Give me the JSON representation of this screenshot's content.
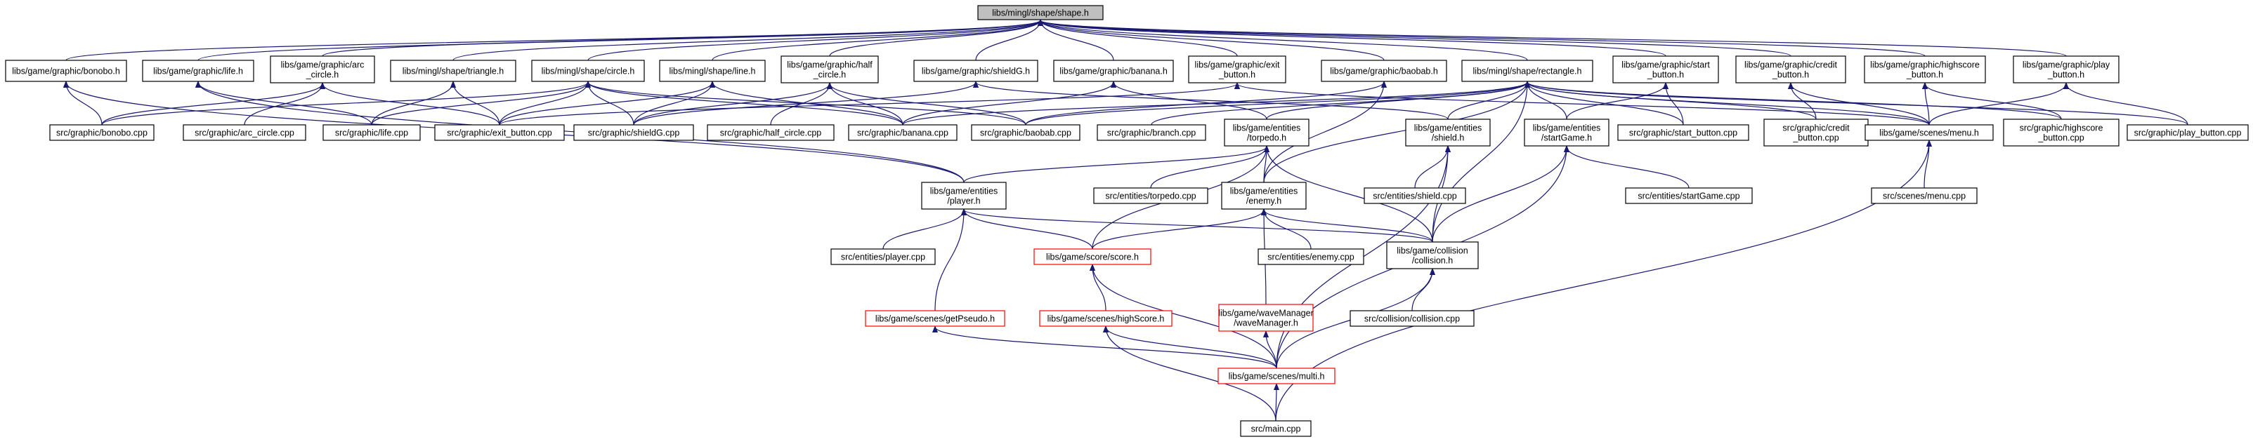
{
  "graph": {
    "edge_color": "#191970",
    "highlight_border_color": "#ff0000",
    "root_fill": "#bfbfbf",
    "nodes": [
      {
        "id": "shape_h",
        "lines": [
          "libs/mingl/shape/shape.h"
        ],
        "style": "root"
      },
      {
        "id": "bonobo_h",
        "lines": [
          "libs/game/graphic/bonobo.h"
        ]
      },
      {
        "id": "life_h",
        "lines": [
          "libs/game/graphic/life.h"
        ]
      },
      {
        "id": "arc_circle_h",
        "lines": [
          "libs/game/graphic/arc",
          "_circle.h"
        ]
      },
      {
        "id": "triangle_h",
        "lines": [
          "libs/mingl/shape/triangle.h"
        ]
      },
      {
        "id": "circle_h",
        "lines": [
          "libs/mingl/shape/circle.h"
        ]
      },
      {
        "id": "line_h",
        "lines": [
          "libs/mingl/shape/line.h"
        ]
      },
      {
        "id": "half_circle_h",
        "lines": [
          "libs/game/graphic/half",
          "_circle.h"
        ]
      },
      {
        "id": "shieldG_h",
        "lines": [
          "libs/game/graphic/shieldG.h"
        ]
      },
      {
        "id": "banana_h",
        "lines": [
          "libs/game/graphic/banana.h"
        ]
      },
      {
        "id": "exit_button_h",
        "lines": [
          "libs/game/graphic/exit",
          "_button.h"
        ]
      },
      {
        "id": "baobab_h",
        "lines": [
          "libs/game/graphic/baobab.h"
        ]
      },
      {
        "id": "rectangle_h",
        "lines": [
          "libs/mingl/shape/rectangle.h"
        ]
      },
      {
        "id": "start_button_h",
        "lines": [
          "libs/game/graphic/start",
          "_button.h"
        ]
      },
      {
        "id": "credit_button_h",
        "lines": [
          "libs/game/graphic/credit",
          "_button.h"
        ]
      },
      {
        "id": "highscore_button_h",
        "lines": [
          "libs/game/graphic/highscore",
          "_button.h"
        ]
      },
      {
        "id": "play_button_h",
        "lines": [
          "libs/game/graphic/play",
          "_button.h"
        ]
      },
      {
        "id": "bonobo_cpp",
        "lines": [
          "src/graphic/bonobo.cpp"
        ]
      },
      {
        "id": "arc_circle_cpp",
        "lines": [
          "src/graphic/arc_circle.cpp"
        ]
      },
      {
        "id": "life_cpp",
        "lines": [
          "src/graphic/life.cpp"
        ]
      },
      {
        "id": "exit_button_cpp",
        "lines": [
          "src/graphic/exit_button.cpp"
        ]
      },
      {
        "id": "shieldG_cpp",
        "lines": [
          "src/graphic/shieldG.cpp"
        ]
      },
      {
        "id": "half_circle_cpp",
        "lines": [
          "src/graphic/half_circle.cpp"
        ]
      },
      {
        "id": "banana_cpp",
        "lines": [
          "src/graphic/banana.cpp"
        ]
      },
      {
        "id": "baobab_cpp",
        "lines": [
          "src/graphic/baobab.cpp"
        ]
      },
      {
        "id": "branch_cpp",
        "lines": [
          "src/graphic/branch.cpp"
        ]
      },
      {
        "id": "torpedo_h",
        "lines": [
          "libs/game/entities",
          "/torpedo.h"
        ]
      },
      {
        "id": "shield_h",
        "lines": [
          "libs/game/entities",
          "/shield.h"
        ]
      },
      {
        "id": "startGame_h",
        "lines": [
          "libs/game/entities",
          "/startGame.h"
        ]
      },
      {
        "id": "start_button_cpp",
        "lines": [
          "src/graphic/start_button.cpp"
        ]
      },
      {
        "id": "credit_button_cpp",
        "lines": [
          "src/graphic/credit",
          "_button.cpp"
        ]
      },
      {
        "id": "menu_h",
        "lines": [
          "libs/game/scenes/menu.h"
        ]
      },
      {
        "id": "highscore_button_cpp",
        "lines": [
          "src/graphic/highscore",
          "_button.cpp"
        ]
      },
      {
        "id": "play_button_cpp",
        "lines": [
          "src/graphic/play_button.cpp"
        ]
      },
      {
        "id": "player_h",
        "lines": [
          "libs/game/entities",
          "/player.h"
        ]
      },
      {
        "id": "torpedo_cpp",
        "lines": [
          "src/entities/torpedo.cpp"
        ]
      },
      {
        "id": "enemy_h",
        "lines": [
          "libs/game/entities",
          "/enemy.h"
        ]
      },
      {
        "id": "shield_cpp",
        "lines": [
          "src/entities/shield.cpp"
        ]
      },
      {
        "id": "startGame_cpp",
        "lines": [
          "src/entities/startGame.cpp"
        ]
      },
      {
        "id": "menu_cpp",
        "lines": [
          "src/scenes/menu.cpp"
        ]
      },
      {
        "id": "player_cpp",
        "lines": [
          "src/entities/player.cpp"
        ]
      },
      {
        "id": "score_h",
        "lines": [
          "libs/game/score/score.h"
        ],
        "style": "red"
      },
      {
        "id": "enemy_cpp",
        "lines": [
          "src/entities/enemy.cpp"
        ]
      },
      {
        "id": "collision_h",
        "lines": [
          "libs/game/collision",
          "/collision.h"
        ]
      },
      {
        "id": "getPseudo_h",
        "lines": [
          "libs/game/scenes/getPseudo.h"
        ],
        "style": "red"
      },
      {
        "id": "highScore_h",
        "lines": [
          "libs/game/scenes/highScore.h"
        ],
        "style": "red"
      },
      {
        "id": "waveManager_h",
        "lines": [
          "libs/game/waveManager",
          "/waveManager.h"
        ],
        "style": "red"
      },
      {
        "id": "collision_cpp",
        "lines": [
          "src/collision/collision.cpp"
        ]
      },
      {
        "id": "multi_h",
        "lines": [
          "libs/game/scenes/multi.h"
        ],
        "style": "red"
      },
      {
        "id": "main_cpp",
        "lines": [
          "src/main.cpp"
        ]
      }
    ],
    "edges": [
      [
        "bonobo_h",
        "shape_h"
      ],
      [
        "life_h",
        "shape_h"
      ],
      [
        "arc_circle_h",
        "shape_h"
      ],
      [
        "triangle_h",
        "shape_h"
      ],
      [
        "circle_h",
        "shape_h"
      ],
      [
        "line_h",
        "shape_h"
      ],
      [
        "half_circle_h",
        "shape_h"
      ],
      [
        "shieldG_h",
        "shape_h"
      ],
      [
        "banana_h",
        "shape_h"
      ],
      [
        "exit_button_h",
        "shape_h"
      ],
      [
        "baobab_h",
        "shape_h"
      ],
      [
        "rectangle_h",
        "shape_h"
      ],
      [
        "start_button_h",
        "shape_h"
      ],
      [
        "credit_button_h",
        "shape_h"
      ],
      [
        "highscore_button_h",
        "shape_h"
      ],
      [
        "play_button_h",
        "shape_h"
      ],
      [
        "bonobo_cpp",
        "bonobo_h"
      ],
      [
        "player_h",
        "bonobo_h"
      ],
      [
        "life_cpp",
        "life_h"
      ],
      [
        "player_h",
        "life_h"
      ],
      [
        "arc_circle_cpp",
        "arc_circle_h"
      ],
      [
        "bonobo_cpp",
        "arc_circle_h"
      ],
      [
        "exit_button_cpp",
        "arc_circle_h"
      ],
      [
        "life_cpp",
        "triangle_h"
      ],
      [
        "exit_button_cpp",
        "triangle_h"
      ],
      [
        "bonobo_cpp",
        "circle_h"
      ],
      [
        "life_cpp",
        "circle_h"
      ],
      [
        "exit_button_cpp",
        "circle_h"
      ],
      [
        "shieldG_cpp",
        "circle_h"
      ],
      [
        "banana_cpp",
        "circle_h"
      ],
      [
        "baobab_cpp",
        "circle_h"
      ],
      [
        "exit_button_cpp",
        "line_h"
      ],
      [
        "shieldG_cpp",
        "line_h"
      ],
      [
        "banana_cpp",
        "line_h"
      ],
      [
        "half_circle_cpp",
        "half_circle_h"
      ],
      [
        "banana_cpp",
        "half_circle_h"
      ],
      [
        "baobab_cpp",
        "half_circle_h"
      ],
      [
        "shieldG_cpp",
        "half_circle_h"
      ],
      [
        "shieldG_cpp",
        "shieldG_h"
      ],
      [
        "shield_h",
        "shieldG_h"
      ],
      [
        "banana_cpp",
        "banana_h"
      ],
      [
        "torpedo_h",
        "banana_h"
      ],
      [
        "exit_button_cpp",
        "exit_button_h"
      ],
      [
        "menu_h",
        "exit_button_h"
      ],
      [
        "baobab_cpp",
        "baobab_h"
      ],
      [
        "enemy_h",
        "baobab_h"
      ],
      [
        "banana_cpp",
        "rectangle_h"
      ],
      [
        "baobab_cpp",
        "rectangle_h"
      ],
      [
        "branch_cpp",
        "rectangle_h"
      ],
      [
        "torpedo_h",
        "rectangle_h"
      ],
      [
        "shield_h",
        "rectangle_h"
      ],
      [
        "startGame_h",
        "rectangle_h"
      ],
      [
        "start_button_cpp",
        "rectangle_h"
      ],
      [
        "credit_button_cpp",
        "rectangle_h"
      ],
      [
        "menu_h",
        "rectangle_h"
      ],
      [
        "highscore_button_cpp",
        "rectangle_h"
      ],
      [
        "play_button_cpp",
        "rectangle_h"
      ],
      [
        "enemy_h",
        "rectangle_h"
      ],
      [
        "collision_h",
        "rectangle_h"
      ],
      [
        "start_button_cpp",
        "start_button_h"
      ],
      [
        "startGame_h",
        "start_button_h"
      ],
      [
        "credit_button_cpp",
        "credit_button_h"
      ],
      [
        "menu_h",
        "credit_button_h"
      ],
      [
        "highscore_button_cpp",
        "highscore_button_h"
      ],
      [
        "menu_h",
        "highscore_button_h"
      ],
      [
        "play_button_cpp",
        "play_button_h"
      ],
      [
        "menu_h",
        "play_button_h"
      ],
      [
        "player_h",
        "torpedo_h"
      ],
      [
        "torpedo_cpp",
        "torpedo_h"
      ],
      [
        "enemy_h",
        "torpedo_h"
      ],
      [
        "collision_h",
        "torpedo_h"
      ],
      [
        "score_h",
        "torpedo_h"
      ],
      [
        "shield_cpp",
        "shield_h"
      ],
      [
        "collision_h",
        "shield_h"
      ],
      [
        "multi_h",
        "shield_h"
      ],
      [
        "startGame_cpp",
        "startGame_h"
      ],
      [
        "collision_h",
        "startGame_h"
      ],
      [
        "multi_h",
        "startGame_h"
      ],
      [
        "menu_cpp",
        "menu_h"
      ],
      [
        "main_cpp",
        "menu_h"
      ],
      [
        "player_cpp",
        "player_h"
      ],
      [
        "score_h",
        "player_h"
      ],
      [
        "collision_h",
        "player_h"
      ],
      [
        "getPseudo_h",
        "player_h"
      ],
      [
        "score_h",
        "enemy_h"
      ],
      [
        "enemy_cpp",
        "enemy_h"
      ],
      [
        "collision_h",
        "enemy_h"
      ],
      [
        "waveManager_h",
        "enemy_h"
      ],
      [
        "highScore_h",
        "score_h"
      ],
      [
        "multi_h",
        "score_h"
      ],
      [
        "collision_cpp",
        "collision_h"
      ],
      [
        "multi_h",
        "collision_h"
      ],
      [
        "multi_h",
        "getPseudo_h"
      ],
      [
        "multi_h",
        "highScore_h"
      ],
      [
        "main_cpp",
        "highScore_h"
      ],
      [
        "multi_h",
        "waveManager_h"
      ],
      [
        "main_cpp",
        "multi_h"
      ]
    ]
  }
}
